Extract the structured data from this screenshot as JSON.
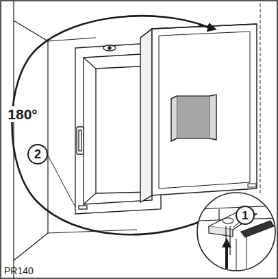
{
  "diagram": {
    "labels": [
      "180°",
      "2",
      "1",
      "PR140"
    ]
  }
}
